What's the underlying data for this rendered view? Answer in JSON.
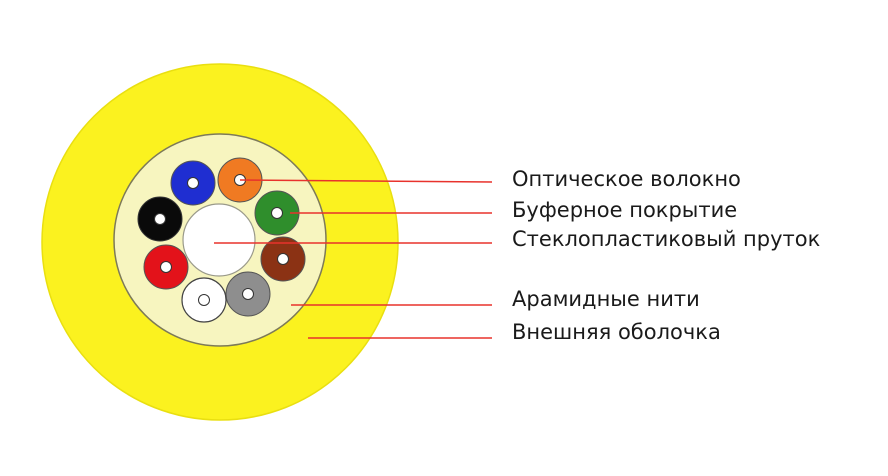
{
  "labels": {
    "optical_fiber": "Оптическое волокно",
    "buffer_coating": "Буферное покрытие",
    "fiberglass_rod": "Стеклопластиковый пруток",
    "aramid_threads": "Арамидные нити",
    "outer_sheath": "Внешняя оболочка"
  },
  "colors": {
    "outer_sheath": "#fbf21f",
    "aramid_layer": "#f7f5bf",
    "central_rod": "#ffffff",
    "leader_line": "#e8322c",
    "fiber_core": "#ffffff",
    "fibers": [
      {
        "name": "blue",
        "color": "#1f2ed1"
      },
      {
        "name": "orange",
        "color": "#f07a22"
      },
      {
        "name": "green",
        "color": "#2f8e2c"
      },
      {
        "name": "brown",
        "color": "#8b3214"
      },
      {
        "name": "gray",
        "color": "#8e8e8e"
      },
      {
        "name": "white",
        "color": "#ffffff"
      },
      {
        "name": "red",
        "color": "#e3121a"
      },
      {
        "name": "black",
        "color": "#0a0a0a"
      }
    ]
  }
}
